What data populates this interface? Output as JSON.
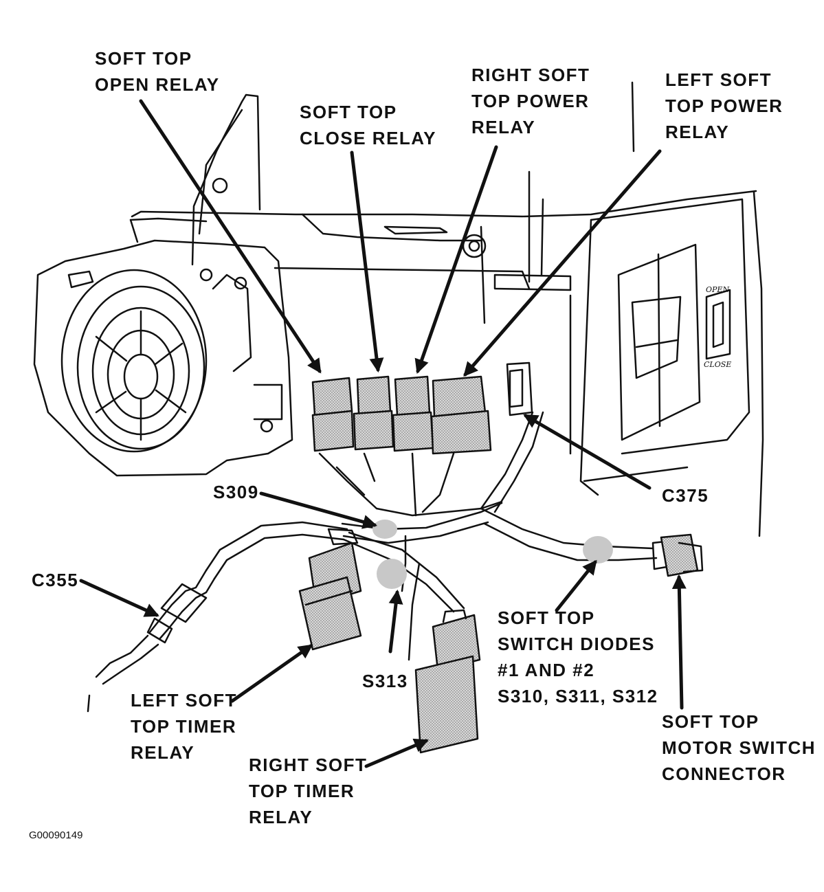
{
  "labels": {
    "soft_top_open_relay": "SOFT TOP\nOPEN RELAY",
    "soft_top_close_relay": "SOFT TOP\nCLOSE RELAY",
    "right_soft_top_power_relay": "RIGHT SOFT\nTOP POWER\nRELAY",
    "left_soft_top_power_relay": "LEFT SOFT\nTOP POWER\nRELAY",
    "s309": "S309",
    "c375": "C375",
    "c355": "C355",
    "s313": "S313",
    "switch_diodes": "SOFT TOP\nSWITCH DIODES\n#1 AND #2\nS310, S311, S312",
    "left_soft_top_timer_relay": "LEFT SOFT\nTOP TIMER\nRELAY",
    "right_soft_top_timer_relay": "RIGHT SOFT\nTOP TIMER\nRELAY",
    "motor_switch_connector": "SOFT TOP\nMOTOR SWITCH\nCONNECTOR"
  },
  "switch": {
    "open": "OPEN",
    "close": "CLOSE"
  },
  "figure_id": "G00090149",
  "colors": {
    "ink": "#111111",
    "component_fill": "#cfcfcf",
    "splice_fill": "#c8c8c8",
    "paper": "#ffffff"
  }
}
